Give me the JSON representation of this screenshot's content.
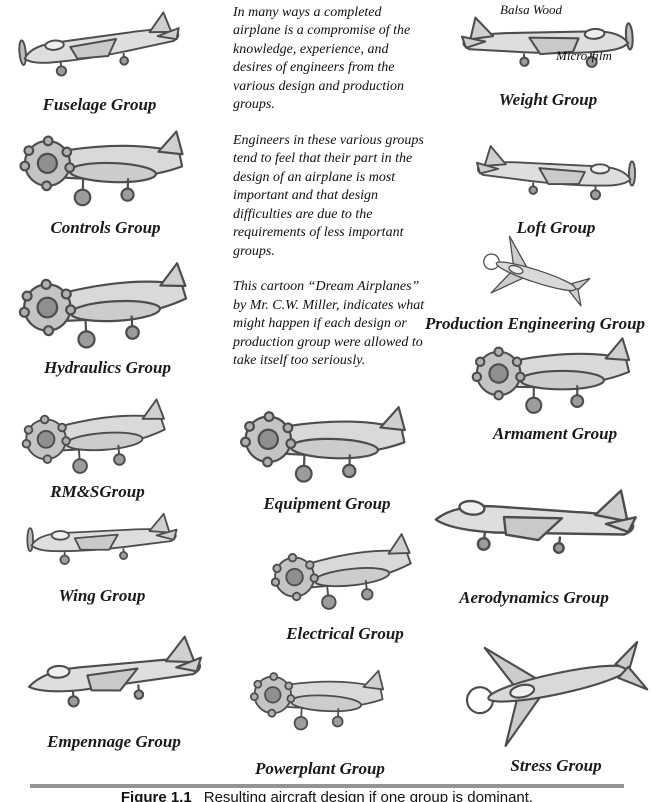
{
  "intro": {
    "para1": "In many ways a completed airplane is a compromise of the knowledge, experience, and desires of engineers from the various design and production groups.",
    "para2": "Engineers in these various groups tend to feel that their part in the design of an airplane is most important and that design difficulties are due to the requirements of less important groups.",
    "para3": "This cartoon “Dream Airplanes” by Mr. C.W. Miller, indicates what might happen if each design or production group were allowed to take itself too seriously."
  },
  "annotations": {
    "balsa_wood": "Balsa Wood",
    "micro_film": "Micro-film"
  },
  "figures": {
    "fuselage": {
      "label": "Fuselage Group"
    },
    "weight": {
      "label": "Weight Group"
    },
    "controls": {
      "label": "Controls Group"
    },
    "loft": {
      "label": "Loft Group"
    },
    "hydraulics": {
      "label": "Hydraulics Group"
    },
    "production_engineering": {
      "label": "Production Engineering Group"
    },
    "armament": {
      "label": "Armament Group"
    },
    "rms": {
      "label": "RM&SGroup"
    },
    "equipment": {
      "label": "Equipment Group"
    },
    "wing": {
      "label": "Wing Group"
    },
    "aerodynamics": {
      "label": "Aerodynamics Group"
    },
    "electrical": {
      "label": "Electrical Group"
    },
    "empennage": {
      "label": "Empennage Group"
    },
    "powerplant": {
      "label": "Powerplant Group"
    },
    "stress": {
      "label": "Stress Group"
    }
  },
  "page": {
    "caption_label": "Figure 1.1",
    "caption_text": "Resulting aircraft design if one group is dominant."
  }
}
